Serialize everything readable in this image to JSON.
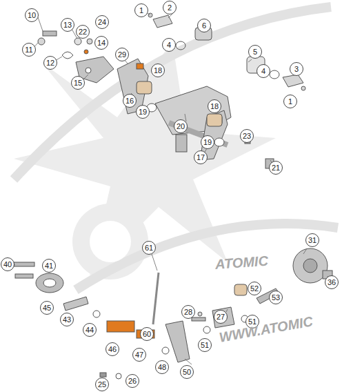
{
  "diagram": {
    "nodes": [
      {
        "text": [
          "10"
        ]
      },
      {
        "text": [
          "13"
        ]
      },
      {
        "text": [
          "24"
        ]
      },
      {
        "text": [
          "1"
        ]
      },
      {
        "text": [
          "2"
        ]
      },
      {
        "text": [
          "6"
        ]
      },
      {
        "text": [
          "22"
        ]
      },
      {
        "text": [
          "14"
        ]
      },
      {
        "text": [
          "11"
        ]
      },
      {
        "text": [
          "4"
        ]
      },
      {
        "text": [
          "5"
        ]
      },
      {
        "text": [
          "12"
        ]
      },
      {
        "text": [
          "29"
        ]
      },
      {
        "text": [
          "3"
        ]
      },
      {
        "text": [
          "18"
        ]
      },
      {
        "text": [
          "4"
        ]
      },
      {
        "text": [
          "15"
        ]
      },
      {
        "text": [
          "16"
        ]
      },
      {
        "text": [
          "1"
        ]
      },
      {
        "text": [
          "18"
        ]
      },
      {
        "text": [
          "19"
        ]
      },
      {
        "text": [
          "20"
        ]
      },
      {
        "text": [
          "23"
        ]
      },
      {
        "text": [
          "19"
        ]
      },
      {
        "text": [
          "17"
        ]
      },
      {
        "text": [
          "21"
        ]
      },
      {
        "text": [
          "31"
        ]
      },
      {
        "text": [
          "61"
        ]
      },
      {
        "text": [
          "40"
        ]
      },
      {
        "text": [
          "41"
        ]
      },
      {
        "text": [
          "36"
        ]
      },
      {
        "text": [
          "52"
        ]
      },
      {
        "text": [
          "53"
        ]
      },
      {
        "text": [
          "45"
        ]
      },
      {
        "text": [
          "28"
        ]
      },
      {
        "text": [
          "27"
        ]
      },
      {
        "text": [
          "43"
        ]
      },
      {
        "text": [
          "51"
        ]
      },
      {
        "text": [
          "44"
        ]
      },
      {
        "text": [
          "60"
        ]
      },
      {
        "text": [
          "51"
        ]
      },
      {
        "text": [
          "46"
        ]
      },
      {
        "text": [
          "47"
        ]
      },
      {
        "text": [
          "48"
        ]
      },
      {
        "text": [
          "50"
        ]
      },
      {
        "text": [
          "26"
        ]
      },
      {
        "text": [
          "25"
        ]
      }
    ],
    "labels": [
      "ATOMIC",
      "WWW.ATOMIC"
    ]
  }
}
